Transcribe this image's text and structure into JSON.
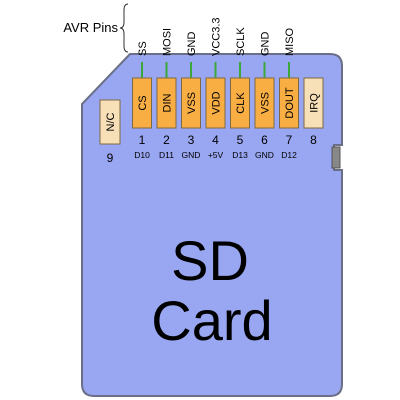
{
  "header": {
    "avr_pins_label": "AVR Pins"
  },
  "card": {
    "title_line1": "SD",
    "title_line2": "Card"
  },
  "colors": {
    "card_fill": "#99a6f2",
    "card_stroke": "#6a6f85",
    "pin_fill": "#f9ae44",
    "pin_nc_fill": "#f7dfb8",
    "pin_stroke": "#7d6a40",
    "wire": "#3aa83a"
  },
  "pins": [
    {
      "number": "1",
      "name": "CS",
      "avr": "SS",
      "arduino": "D10"
    },
    {
      "number": "2",
      "name": "DIN",
      "avr": "MOSI",
      "arduino": "D11"
    },
    {
      "number": "3",
      "name": "VSS",
      "avr": "GND",
      "arduino": "GND"
    },
    {
      "number": "4",
      "name": "VDD",
      "avr": "VCC3.3",
      "arduino": "+5V"
    },
    {
      "number": "5",
      "name": "CLK",
      "avr": "SCLK",
      "arduino": "D13"
    },
    {
      "number": "6",
      "name": "VSS",
      "avr": "GND",
      "arduino": "GND"
    },
    {
      "number": "7",
      "name": "DOUT",
      "avr": "MISO",
      "arduino": "D12"
    },
    {
      "number": "8",
      "name": "IRQ",
      "avr": "",
      "arduino": ""
    }
  ],
  "pin9": {
    "number": "9",
    "name": "N/C"
  }
}
